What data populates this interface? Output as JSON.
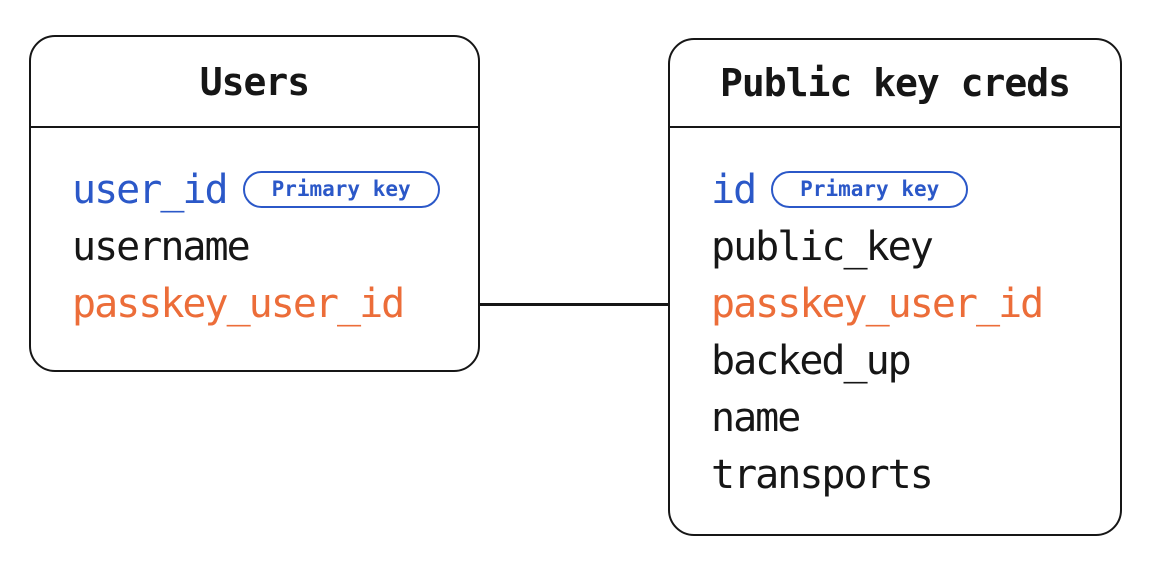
{
  "diagram": {
    "type": "entity-relationship",
    "colors": {
      "default": "#161616",
      "blue": "#2b58c8",
      "orange": "#ec6d39",
      "line": "#161616"
    },
    "badge_label": "Primary key",
    "tables": [
      {
        "title": "Users",
        "fields": [
          {
            "name": "user_id",
            "color": "blue",
            "badge": "Primary key"
          },
          {
            "name": "username",
            "color": "default"
          },
          {
            "name": "passkey_user_id",
            "color": "orange"
          }
        ]
      },
      {
        "title": "Public key creds",
        "fields": [
          {
            "name": "id",
            "color": "blue",
            "badge": "Primary key"
          },
          {
            "name": "public_key",
            "color": "default"
          },
          {
            "name": "passkey_user_id",
            "color": "orange"
          },
          {
            "name": "backed_up",
            "color": "default"
          },
          {
            "name": "name",
            "color": "default"
          },
          {
            "name": "transports",
            "color": "default"
          }
        ]
      }
    ],
    "relationship": {
      "from_table": "Users",
      "from_field": "passkey_user_id",
      "to_table": "Public key creds",
      "to_field": "passkey_user_id"
    }
  }
}
